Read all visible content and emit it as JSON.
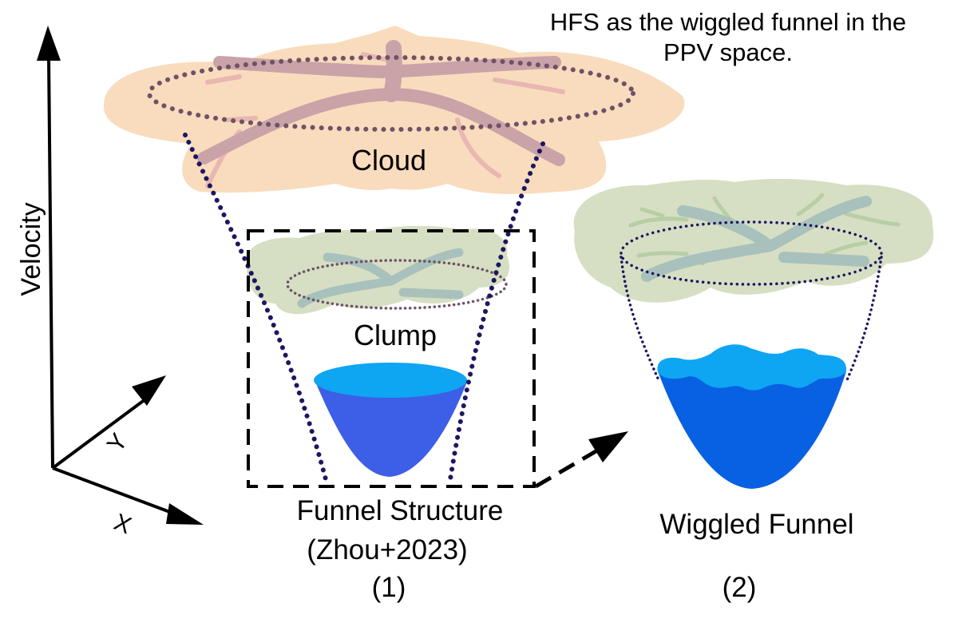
{
  "title": {
    "line1": "HFS as the wiggled funnel in the",
    "line2": "PPV space."
  },
  "axes": {
    "velocity_label": "Velocity",
    "x_label": "X",
    "y_label": "Y"
  },
  "panel1": {
    "cloud_label": "Cloud",
    "clump_label": "Clump",
    "caption_line1": "Funnel Structure",
    "caption_line2": "(Zhou+2023)",
    "index": "(1)"
  },
  "panel2": {
    "caption": "Wiggled Funnel",
    "index": "(2)"
  },
  "colors": {
    "cloud_fill": "#f9dcbd",
    "cloud_filament": "#c9a3a8",
    "cloud_filament_light": "#e8b7b1",
    "clump_fill": "#d6dfc3",
    "clump_filament": "#a9c1bd",
    "clump_filament_light": "#b8cea5",
    "dots_cloud": "#6e5267",
    "dots_funnel": "#1c1760",
    "bowl_top": "#0ea5f2",
    "bowl_body_1": "#3d5ee6",
    "bowl_body_2": "#0860e3",
    "line": "#000000"
  }
}
